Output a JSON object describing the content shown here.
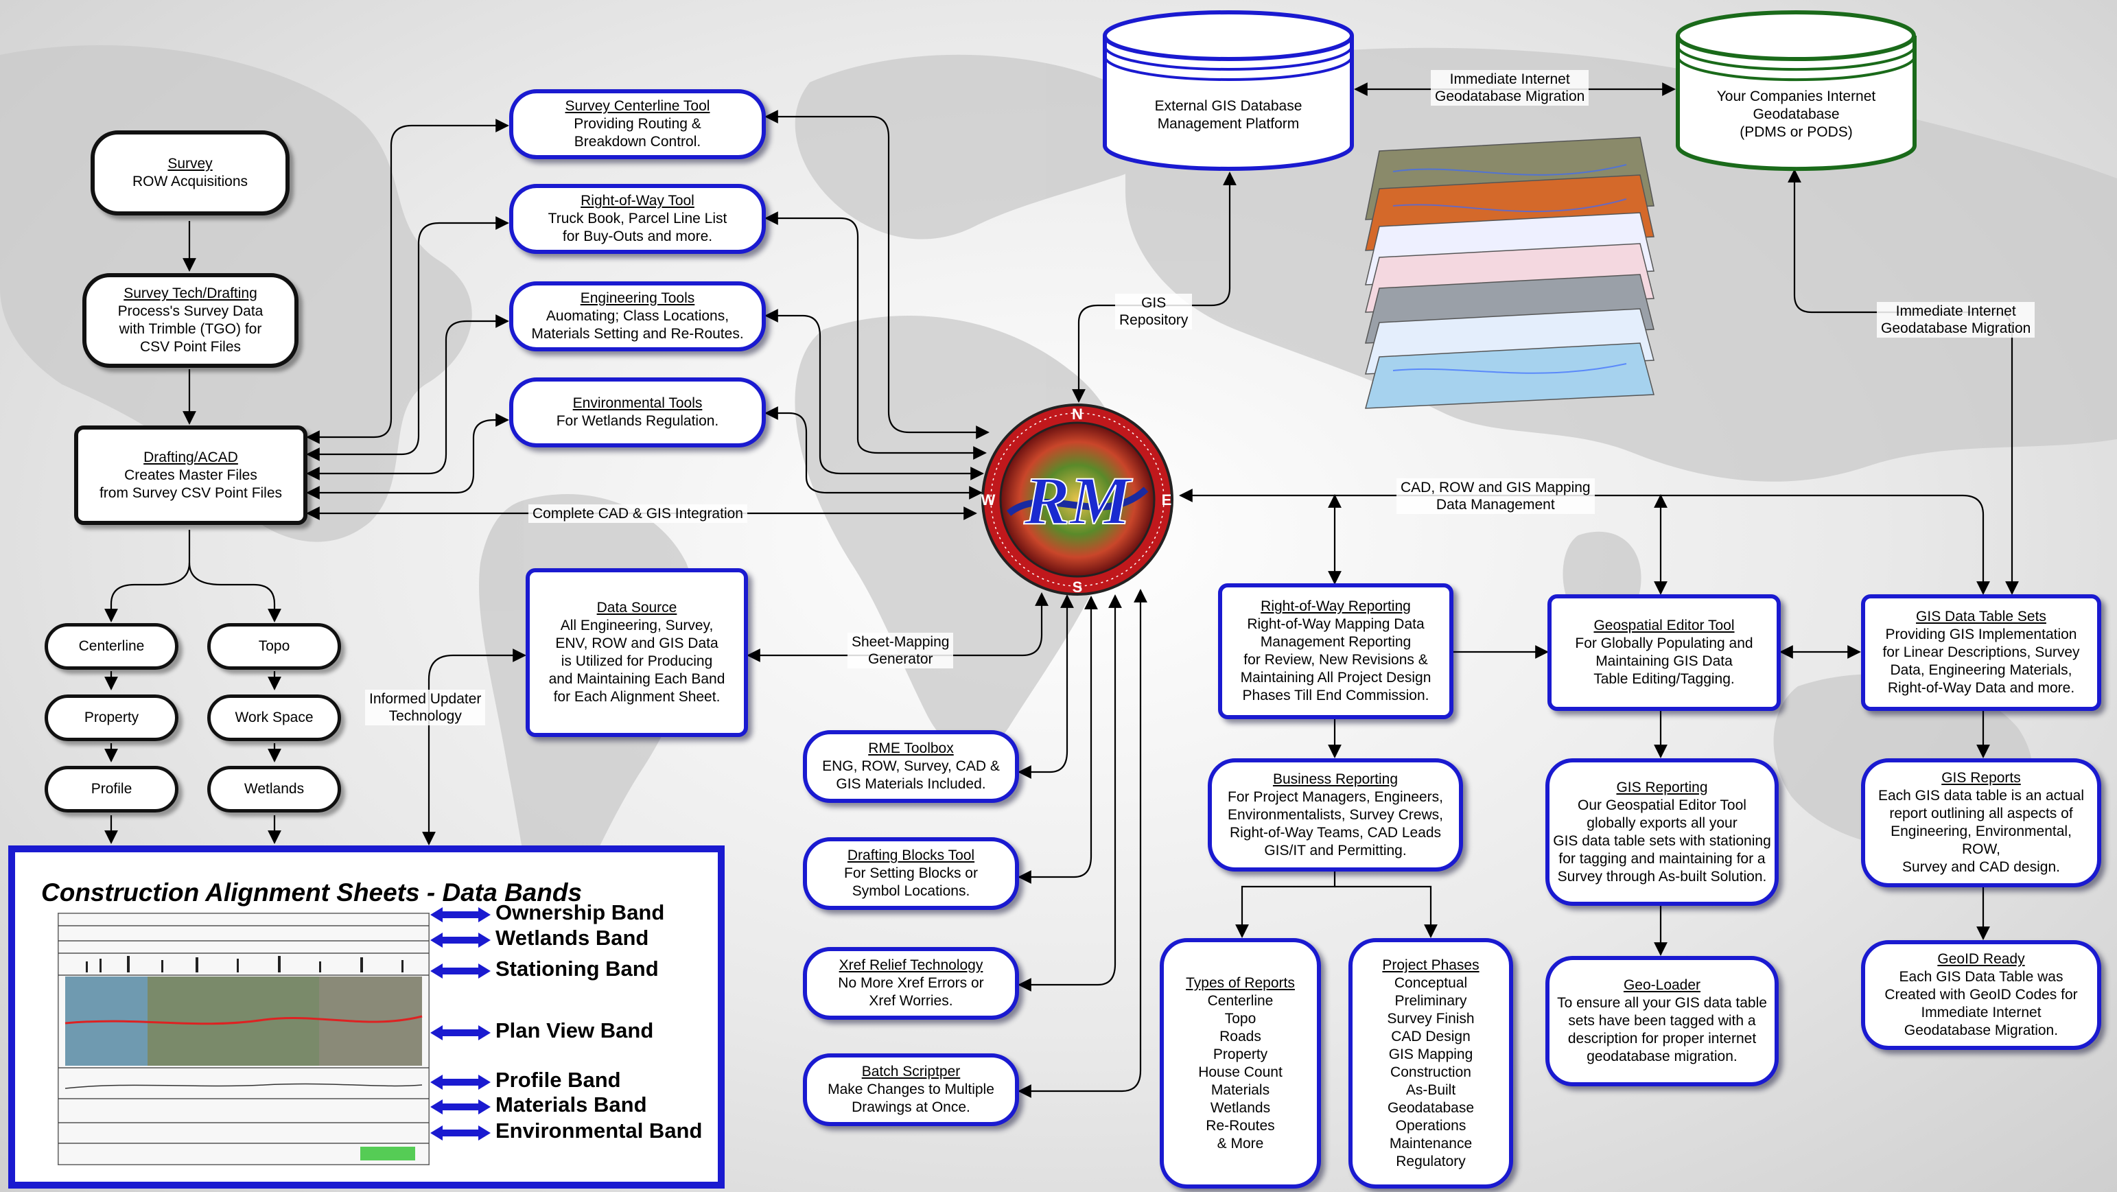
{
  "survey": {
    "title": "Survey",
    "line1": "ROW Acquisitions"
  },
  "survey_tech": {
    "title": "Survey Tech/Drafting",
    "line1": "Process's Survey Data",
    "line2": "with Trimble (TGO) for",
    "line3": "CSV Point Files"
  },
  "drafting": {
    "title": "Drafting/ACAD",
    "line1": "Creates Master Files",
    "line2": "from Survey CSV Point Files"
  },
  "layers": {
    "centerline": "Centerline",
    "topo": "Topo",
    "property": "Property",
    "workspace": "Work Space",
    "profile": "Profile",
    "wetlands": "Wetlands"
  },
  "tools": {
    "survey_centerline": {
      "title": "Survey Centerline Tool",
      "line1": "Providing Routing &",
      "line2": "Breakdown Control."
    },
    "row": {
      "title": "Right-of-Way Tool",
      "line1": "Truck Book, Parcel Line List",
      "line2": "for Buy-Outs and more."
    },
    "engineering": {
      "title": "Engineering Tools",
      "line1": "Auomating; Class Locations,",
      "line2": "Materials Setting and Re-Routes."
    },
    "environmental": {
      "title": "Environmental Tools",
      "line1": "For Wetlands Regulation."
    }
  },
  "labels": {
    "complete_cad": "Complete CAD & GIS Integration",
    "gis_repo_1": "GIS",
    "gis_repo_2": "Repository",
    "immediate_1": "Immediate Internet",
    "immediate_2": "Geodatabase Migration",
    "immediate_b1": "Immediate Internet",
    "immediate_b2": "Geodatabase Migration",
    "cad_row_1": "CAD, ROW and GIS Mapping",
    "cad_row_2": "Data Management",
    "sheet_map_1": "Sheet-Mapping",
    "sheet_map_2": "Generator",
    "informed_1": "Informed Updater",
    "informed_2": "Technology"
  },
  "external_gis": {
    "line1": "External GIS Database",
    "line2": "Management Platform"
  },
  "company_gis": {
    "line1": "Your Companies Internet",
    "line2": "Geodatabase",
    "line3": "(PDMS or PODS)"
  },
  "logo": {
    "letters": "RM",
    "north": "N",
    "south": "S",
    "east": "E",
    "west": "W"
  },
  "data_source": {
    "title": "Data Source",
    "lines": [
      "All Engineering, Survey,",
      "ENV, ROW and GIS Data",
      "is Utilized for Producing",
      "and Maintaining Each Band",
      "for Each Alignment Sheet."
    ]
  },
  "rme_toolbox": {
    "title": "RME Toolbox",
    "line1": "ENG, ROW, Survey, CAD &",
    "line2": "GIS Materials Included."
  },
  "drafting_blocks": {
    "title": "Drafting Blocks Tool",
    "line1": "For Setting Blocks or",
    "line2": "Symbol Locations."
  },
  "xref": {
    "title": "Xref Relief Technology",
    "line1": "No More Xref Errors or",
    "line2": "Xref Worries."
  },
  "batch": {
    "title": "Batch Scriptper",
    "line1": "Make Changes to Multiple",
    "line2": "Drawings at Once."
  },
  "row_reporting": {
    "title": "Right-of-Way Reporting",
    "lines": [
      "Right-of-Way Mapping Data",
      "Management Reporting",
      "for Review, New Revisions &",
      "Maintaining All Project Design",
      "Phases Till End Commission."
    ]
  },
  "geo_editor": {
    "title": "Geospatial Editor Tool",
    "lines": [
      "For Globally Populating and",
      "Maintaining GIS Data",
      "Table Editing/Tagging."
    ]
  },
  "gis_tables": {
    "title": "GIS Data Table Sets",
    "lines": [
      "Providing GIS Implementation",
      "for Linear Descriptions, Survey",
      "Data, Engineering Materials,",
      "Right-of-Way Data and more."
    ]
  },
  "business": {
    "title": "Business Reporting",
    "lines": [
      "For Project Managers, Engineers,",
      "Environmentalists, Survey Crews,",
      "Right-of-Way Teams, CAD Leads",
      "GIS/IT and Permitting."
    ]
  },
  "gis_reporting": {
    "title": "GIS Reporting",
    "lines": [
      "Our Geospatial Editor Tool",
      "globally exports all your",
      "GIS data table sets with stationing",
      "for tagging and maintaining for a",
      "Survey through As-built Solution."
    ]
  },
  "gis_reports": {
    "title": "GIS Reports",
    "lines": [
      "Each GIS data table is an actual",
      "report outlining all aspects of",
      "Engineering, Environmental,",
      "ROW,",
      "Survey and CAD design."
    ]
  },
  "types_reports": {
    "title": "Types of Reports",
    "items": [
      "Centerline",
      "Topo",
      "Roads",
      "Property",
      "House Count",
      "Materials",
      "Wetlands",
      "Re-Routes",
      "& More"
    ]
  },
  "project_phases": {
    "title": "Project Phases",
    "items": [
      "Conceptual",
      "Preliminary",
      "Survey Finish",
      "CAD Design",
      "GIS Mapping",
      "Construction",
      "As-Built",
      "Geodatabase",
      "Operations",
      "Maintenance",
      "Regulatory"
    ]
  },
  "geo_loader": {
    "title": "Geo-Loader",
    "lines": [
      "To ensure all your GIS data table",
      "sets have been tagged with a",
      "description for proper internet",
      "geodatabase migration."
    ]
  },
  "geoid": {
    "title": "GeoID Ready",
    "lines": [
      "Each GIS Data Table was",
      "Created with GeoID Codes for",
      "Immediate Internet",
      "Geodatabase Migration."
    ]
  },
  "cas": {
    "title": "Construction Alignment Sheets  -  Data Bands",
    "bands": [
      "Ownership Band",
      "Wetlands Band",
      "Stationing Band",
      "Plan View Band",
      "Profile Band",
      "Materials Band",
      "Environmental Band"
    ]
  },
  "colors": {
    "blue_border": "#1a1ad0",
    "black_border": "#111111",
    "company_green": "#1a6a1a",
    "logo_red": "#c0181c"
  }
}
